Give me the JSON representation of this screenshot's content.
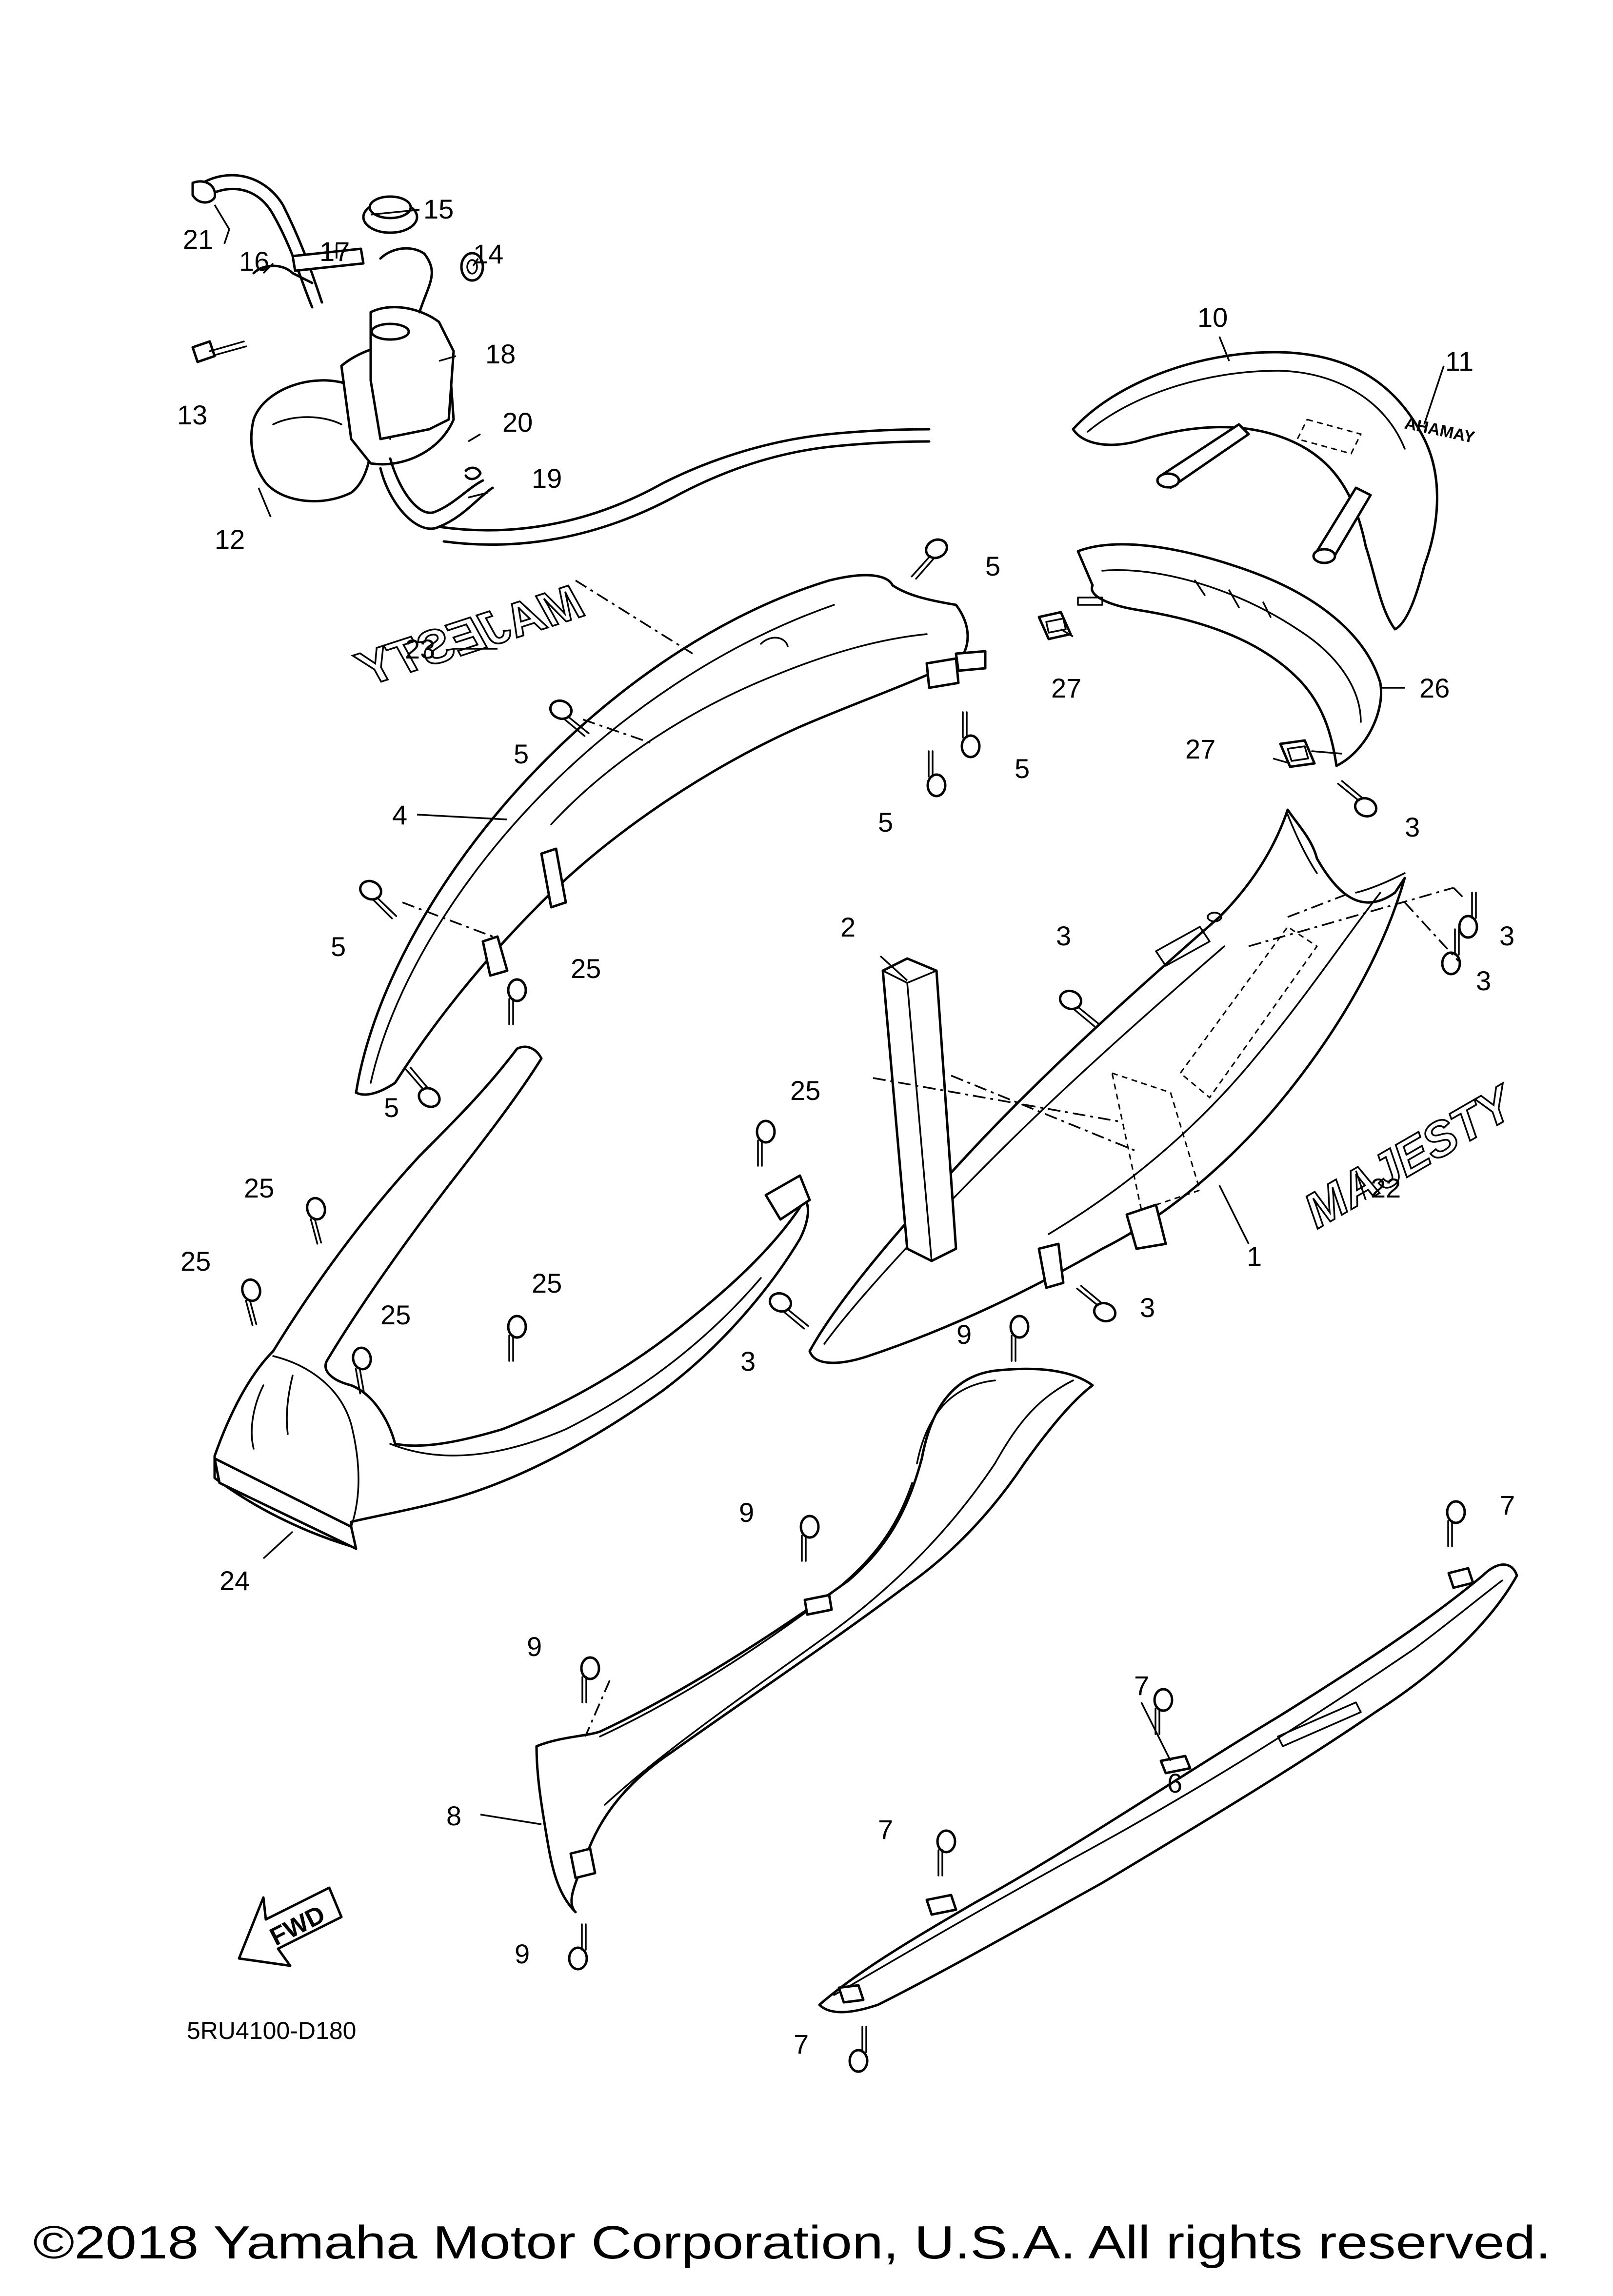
{
  "diagram": {
    "diagram_code": "5RU4100-D180",
    "copyright": "©2018 Yamaha Motor Corporation, U.S.A. All rights reserved.",
    "direction_label": "FWD",
    "emblems": {
      "rear_cover_emblem": "AHAMAY",
      "side_emblem_right": "MAJESTY",
      "side_emblem_left": "MAJESTY"
    },
    "callouts": [
      "1",
      "2",
      "3",
      "3",
      "3",
      "3",
      "3",
      "3",
      "4",
      "5",
      "5",
      "5",
      "5",
      "5",
      "5",
      "6",
      "7",
      "7",
      "7",
      "7",
      "8",
      "9",
      "9",
      "9",
      "9",
      "10",
      "11",
      "12",
      "13",
      "14",
      "15",
      "16",
      "17",
      "18",
      "19",
      "20",
      "21",
      "22",
      "23",
      "24",
      "25",
      "25",
      "25",
      "25",
      "25",
      "25",
      "26",
      "27",
      "27"
    ]
  }
}
